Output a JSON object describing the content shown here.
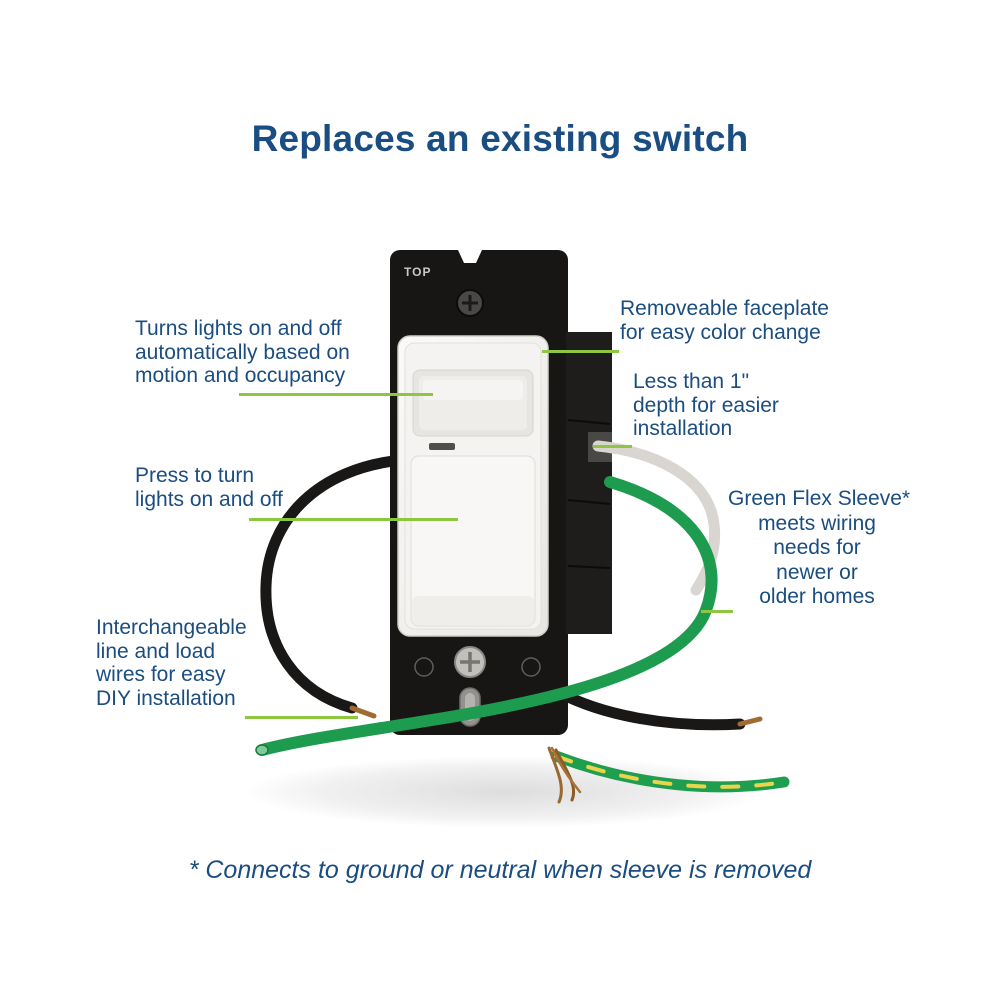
{
  "title": "Replaces an existing switch",
  "footnote": "* Connects to ground or neutral when sleeve is removed",
  "product": {
    "top_marking": "TOP"
  },
  "callouts": {
    "motion": {
      "lines": [
        "Turns lights on and off",
        "automatically based on",
        "motion and occupancy"
      ]
    },
    "press": {
      "lines": [
        "Press to turn",
        "lights on and off"
      ]
    },
    "diy": {
      "lines": [
        "Interchangeable",
        "line and load",
        "wires for easy",
        "DIY installation"
      ]
    },
    "faceplate": {
      "lines": [
        "Removeable faceplate",
        "for easy color change"
      ]
    },
    "depth": {
      "lines": [
        "Less than 1\"",
        "depth for easier",
        "installation"
      ]
    },
    "sleeve": {
      "lines": [
        "Green Flex Sleeve*",
        "meets wiring",
        "needs for",
        "newer or",
        "older homes"
      ]
    }
  },
  "colors": {
    "heading_blue": "#1a4d82",
    "callout_blue": "#1b4d80",
    "leader_green": "#8dc63f",
    "wire_green": "#1d9b4e",
    "wire_stripe_yellow": "#e9d44c",
    "switch_white": "#f4f3f1",
    "bracket_black": "#181614"
  }
}
